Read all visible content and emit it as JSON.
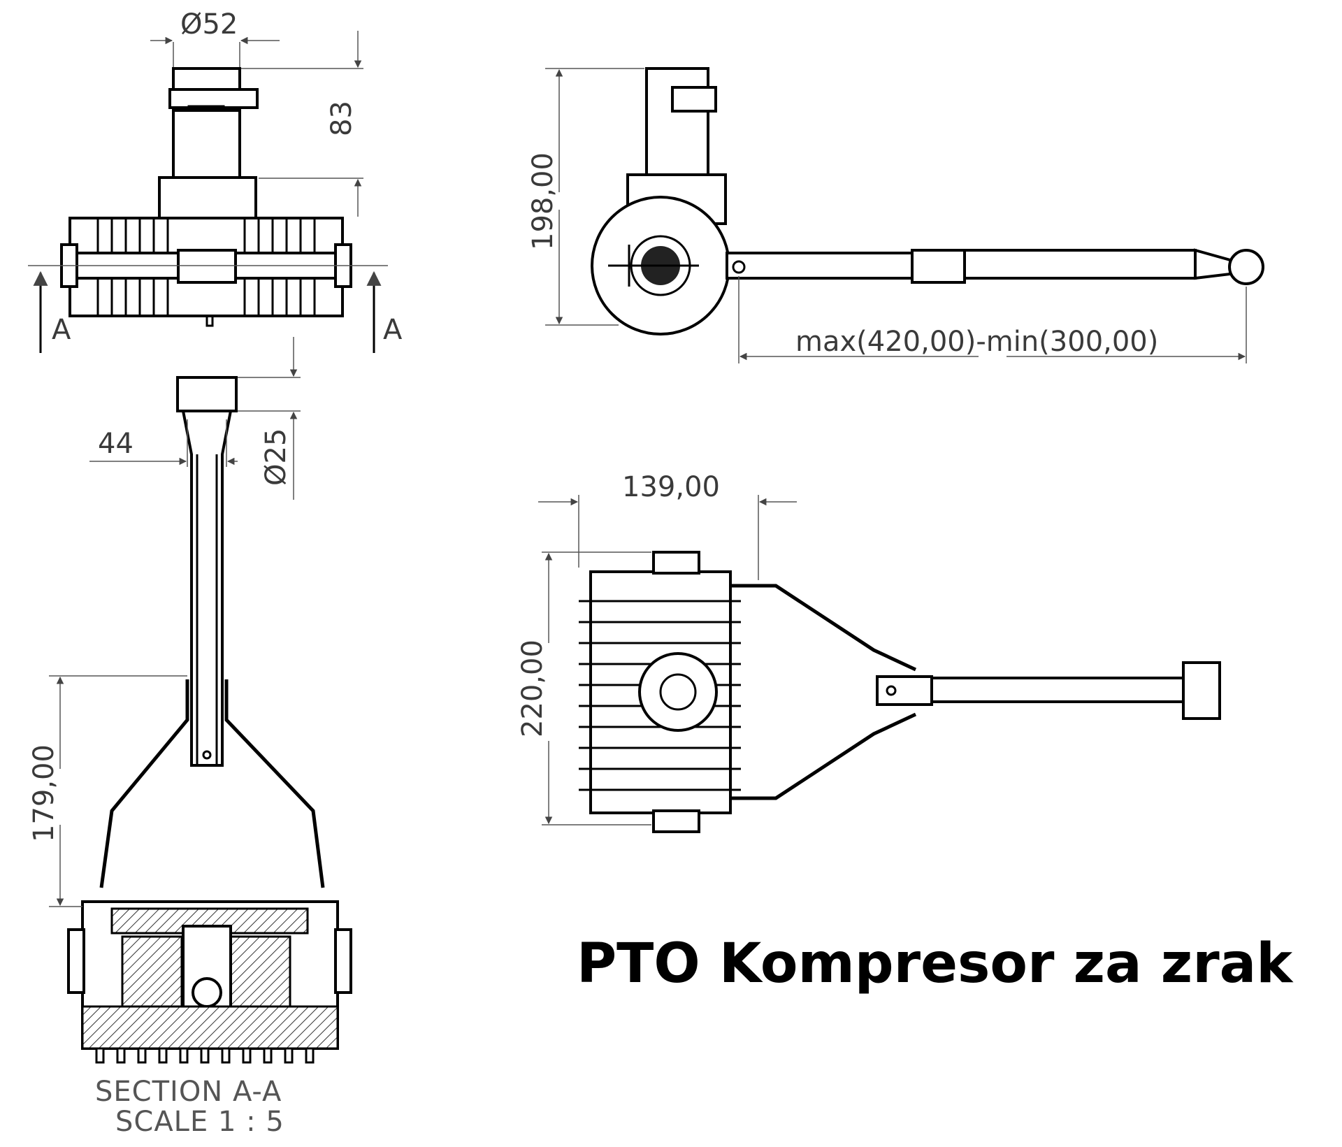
{
  "dimensions": {
    "top_diameter": "Ø52",
    "top_height": "83",
    "side_height": "198,00",
    "side_length": "max(420,00)-min(300,00)",
    "section_width": "44",
    "section_diameter": "Ø25",
    "section_height": "179,00",
    "front_width": "139,00",
    "front_height": "220,00"
  },
  "section_markers": {
    "left": "A",
    "right": "A"
  },
  "section_label": {
    "line1": "SECTION A-A",
    "line2": "SCALE 1 : 5"
  },
  "title": "PTO Kompresor za zrak"
}
